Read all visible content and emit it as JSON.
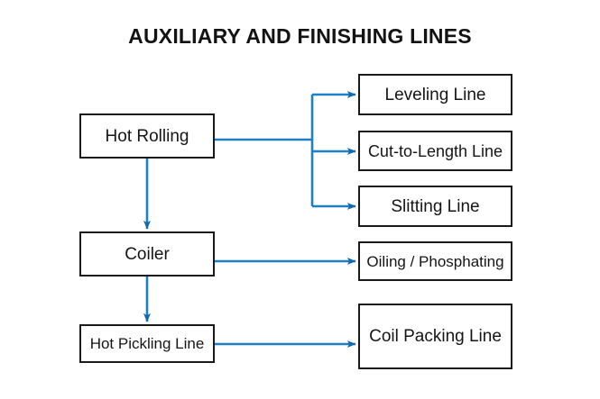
{
  "title": "AUXILIARY AND FINISHING LINES",
  "theme": {
    "background": "#ffffff",
    "box_border": "#1a1a1a",
    "text": "#151515",
    "connector": "#1f7fc4",
    "arrowhead": "#1168ab"
  },
  "nodes": {
    "hot_rolling": "Hot Rolling",
    "coiler": "Coiler",
    "hot_pickling": "Hot Pickling Line",
    "leveling": "Leveling Line",
    "cut_to_length": "Cut-to-Length Line",
    "slitting": "Slitting Line",
    "oiling": "Oiling / Phosphating",
    "coil_packing": "Coil Packing Line"
  },
  "edges": [
    {
      "from": "hot_rolling",
      "to": "leveling",
      "style": "branch"
    },
    {
      "from": "hot_rolling",
      "to": "cut_to_length",
      "style": "branch"
    },
    {
      "from": "hot_rolling",
      "to": "slitting",
      "style": "branch"
    },
    {
      "from": "hot_rolling",
      "to": "coiler",
      "style": "vertical"
    },
    {
      "from": "coiler",
      "to": "oiling",
      "style": "horizontal"
    },
    {
      "from": "coiler",
      "to": "hot_pickling",
      "style": "vertical"
    },
    {
      "from": "hot_pickling",
      "to": "coil_packing",
      "style": "horizontal"
    }
  ]
}
